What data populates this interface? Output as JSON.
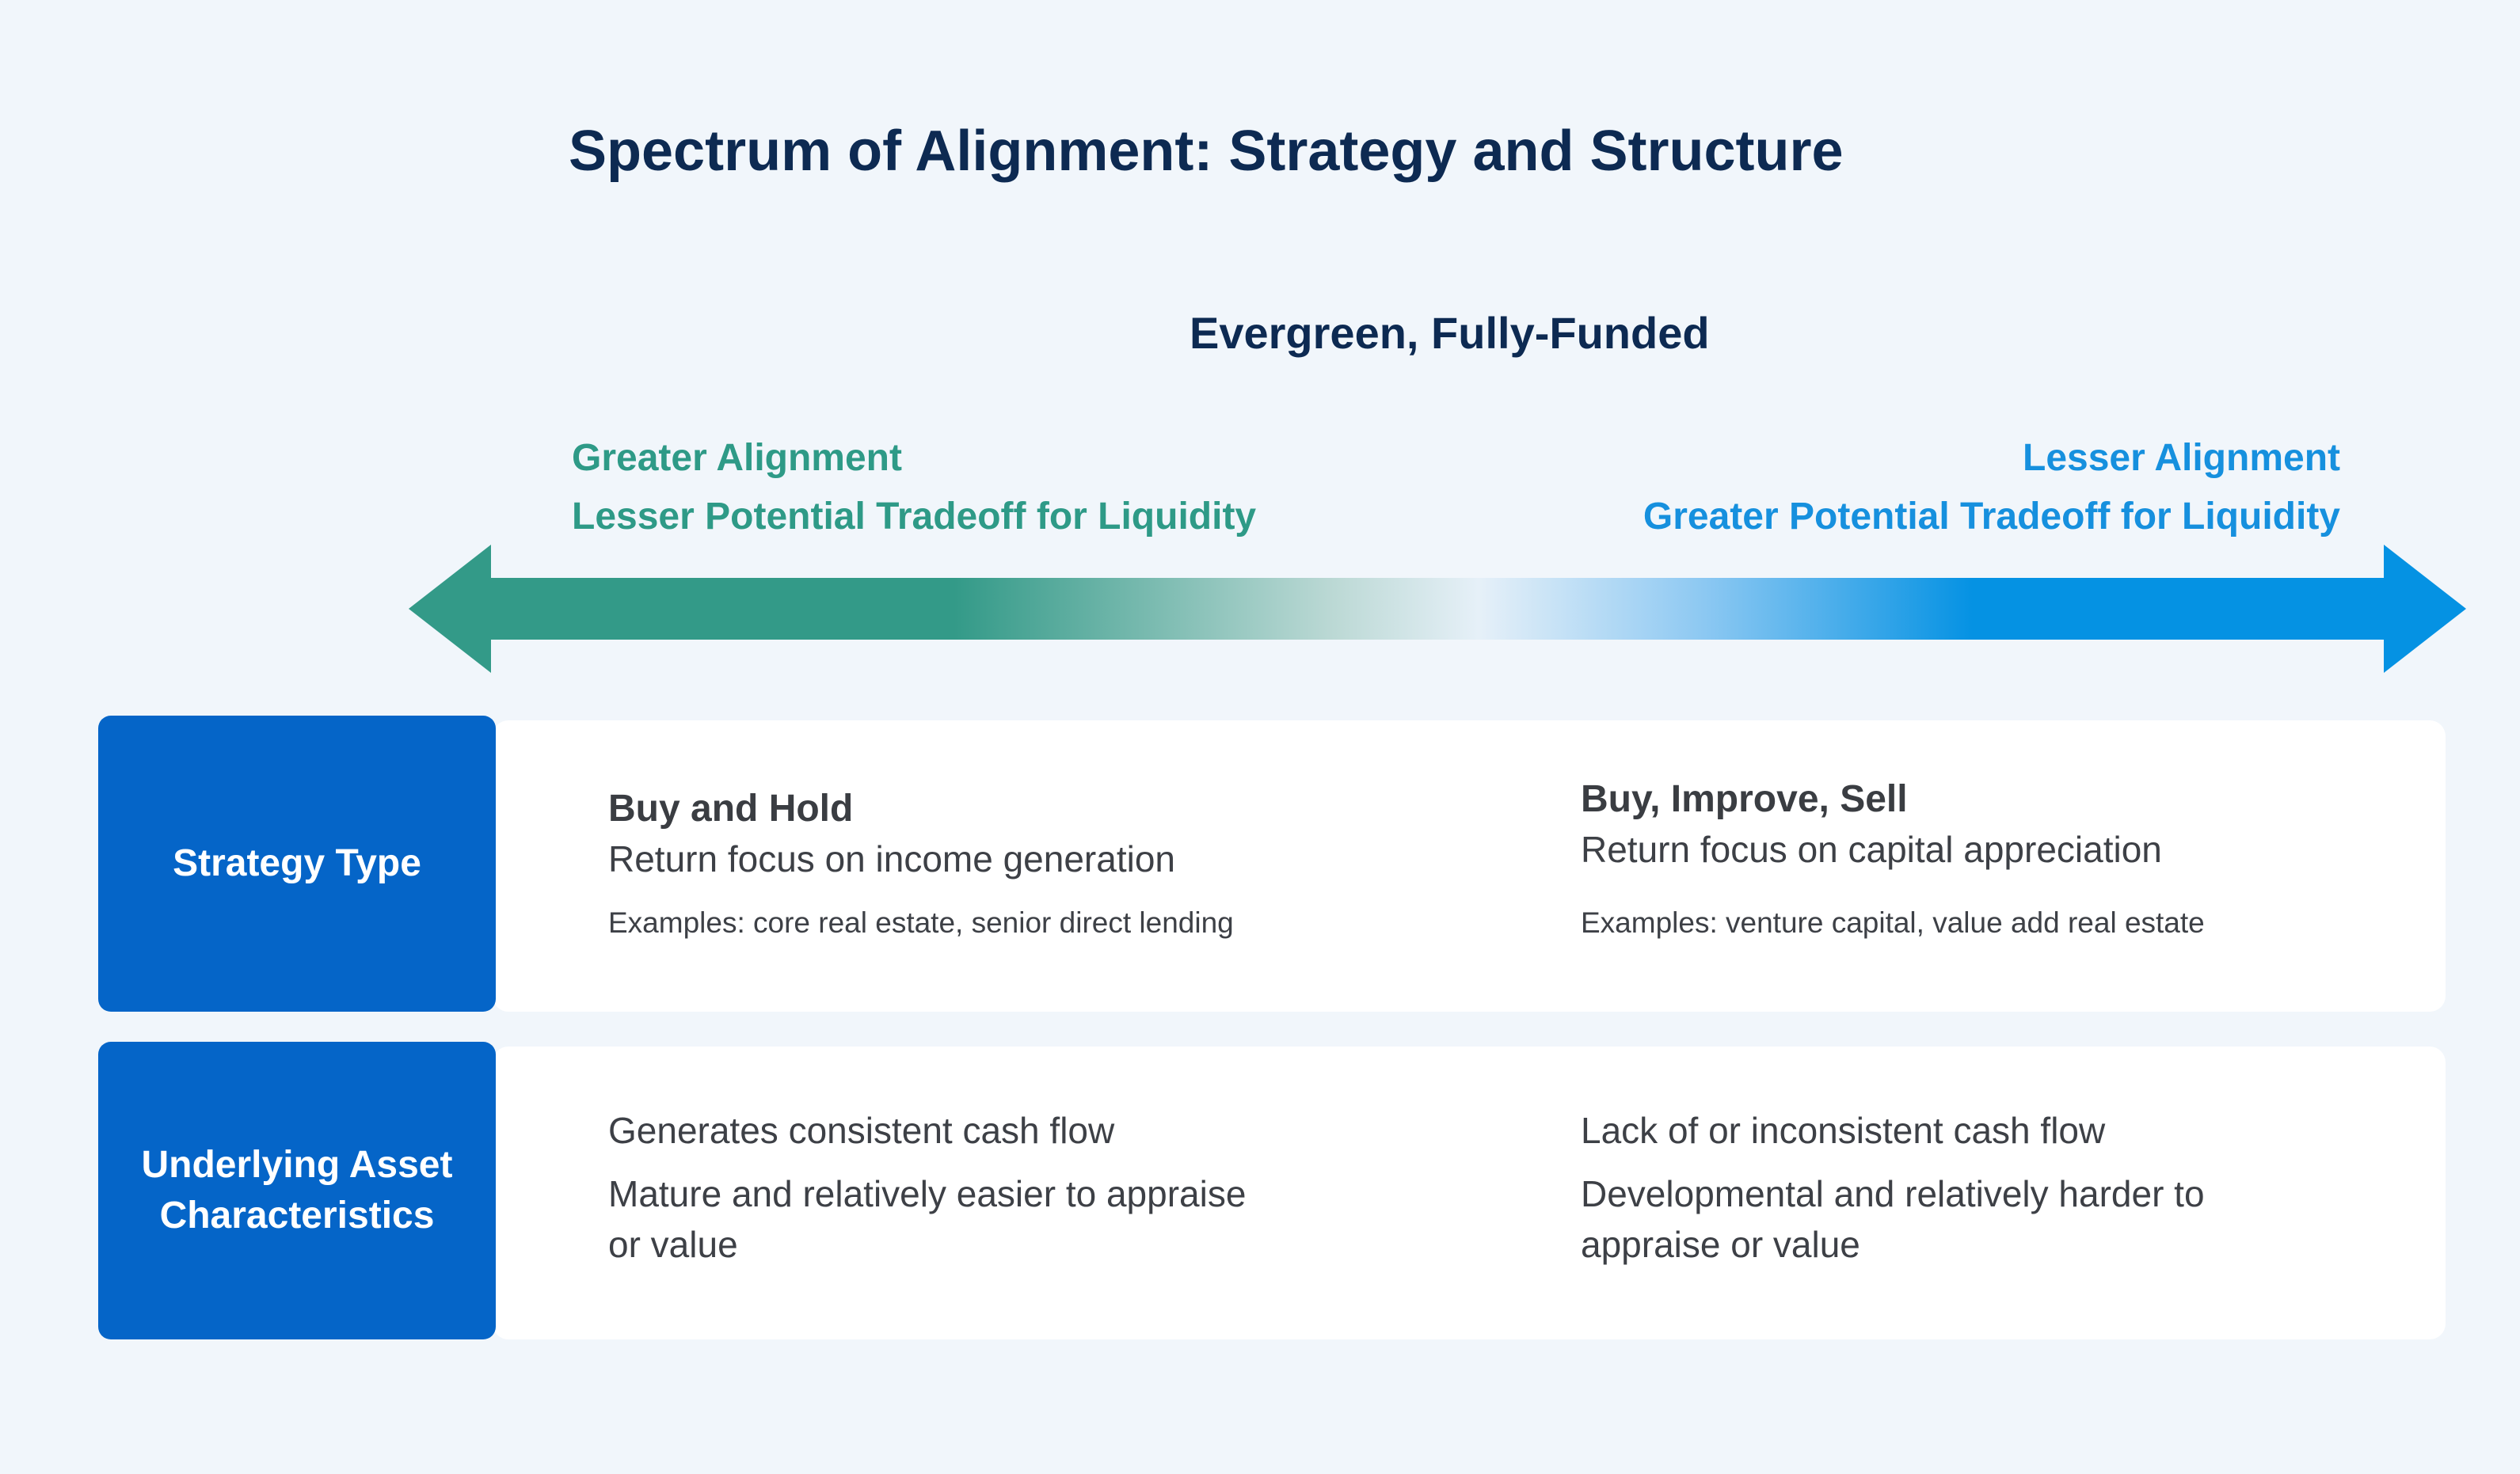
{
  "title": "Spectrum of Alignment: Strategy and Structure",
  "subtitle": "Evergreen, Fully-Funded",
  "left_end": {
    "line1": "Greater Alignment",
    "line2": "Lesser Potential Tradeoff for Liquidity",
    "color": "#2e9a87"
  },
  "right_end": {
    "line1": "Lesser Alignment",
    "line2": "Greater Potential Tradeoff for Liquidity",
    "color": "#1690de"
  },
  "rows": [
    {
      "label": "Strategy Type",
      "left": {
        "heading": "Buy and Hold",
        "description": "Return focus on income generation",
        "examples": "Examples: core real estate, senior direct lending"
      },
      "right": {
        "heading": "Buy, Improve, Sell",
        "description": "Return focus on capital appreciation",
        "examples": "Examples: venture capital, value add real estate"
      }
    },
    {
      "label_line1": "Underlying Asset",
      "label_line2": "Characteristics",
      "left": {
        "item1": "Generates consistent cash flow",
        "item2_line1": "Mature and relatively easier to appraise",
        "item2_line2": "or value"
      },
      "right": {
        "item1": "Lack of or inconsistent cash flow",
        "item2_line1": "Developmental and relatively harder to",
        "item2_line2": "appraise or value"
      }
    }
  ],
  "colors": {
    "background": "#f1f6fb",
    "label_box": "#0565c8",
    "title": "#0d2a52",
    "arrow_left": "#339a88",
    "arrow_right": "#0592e3"
  }
}
